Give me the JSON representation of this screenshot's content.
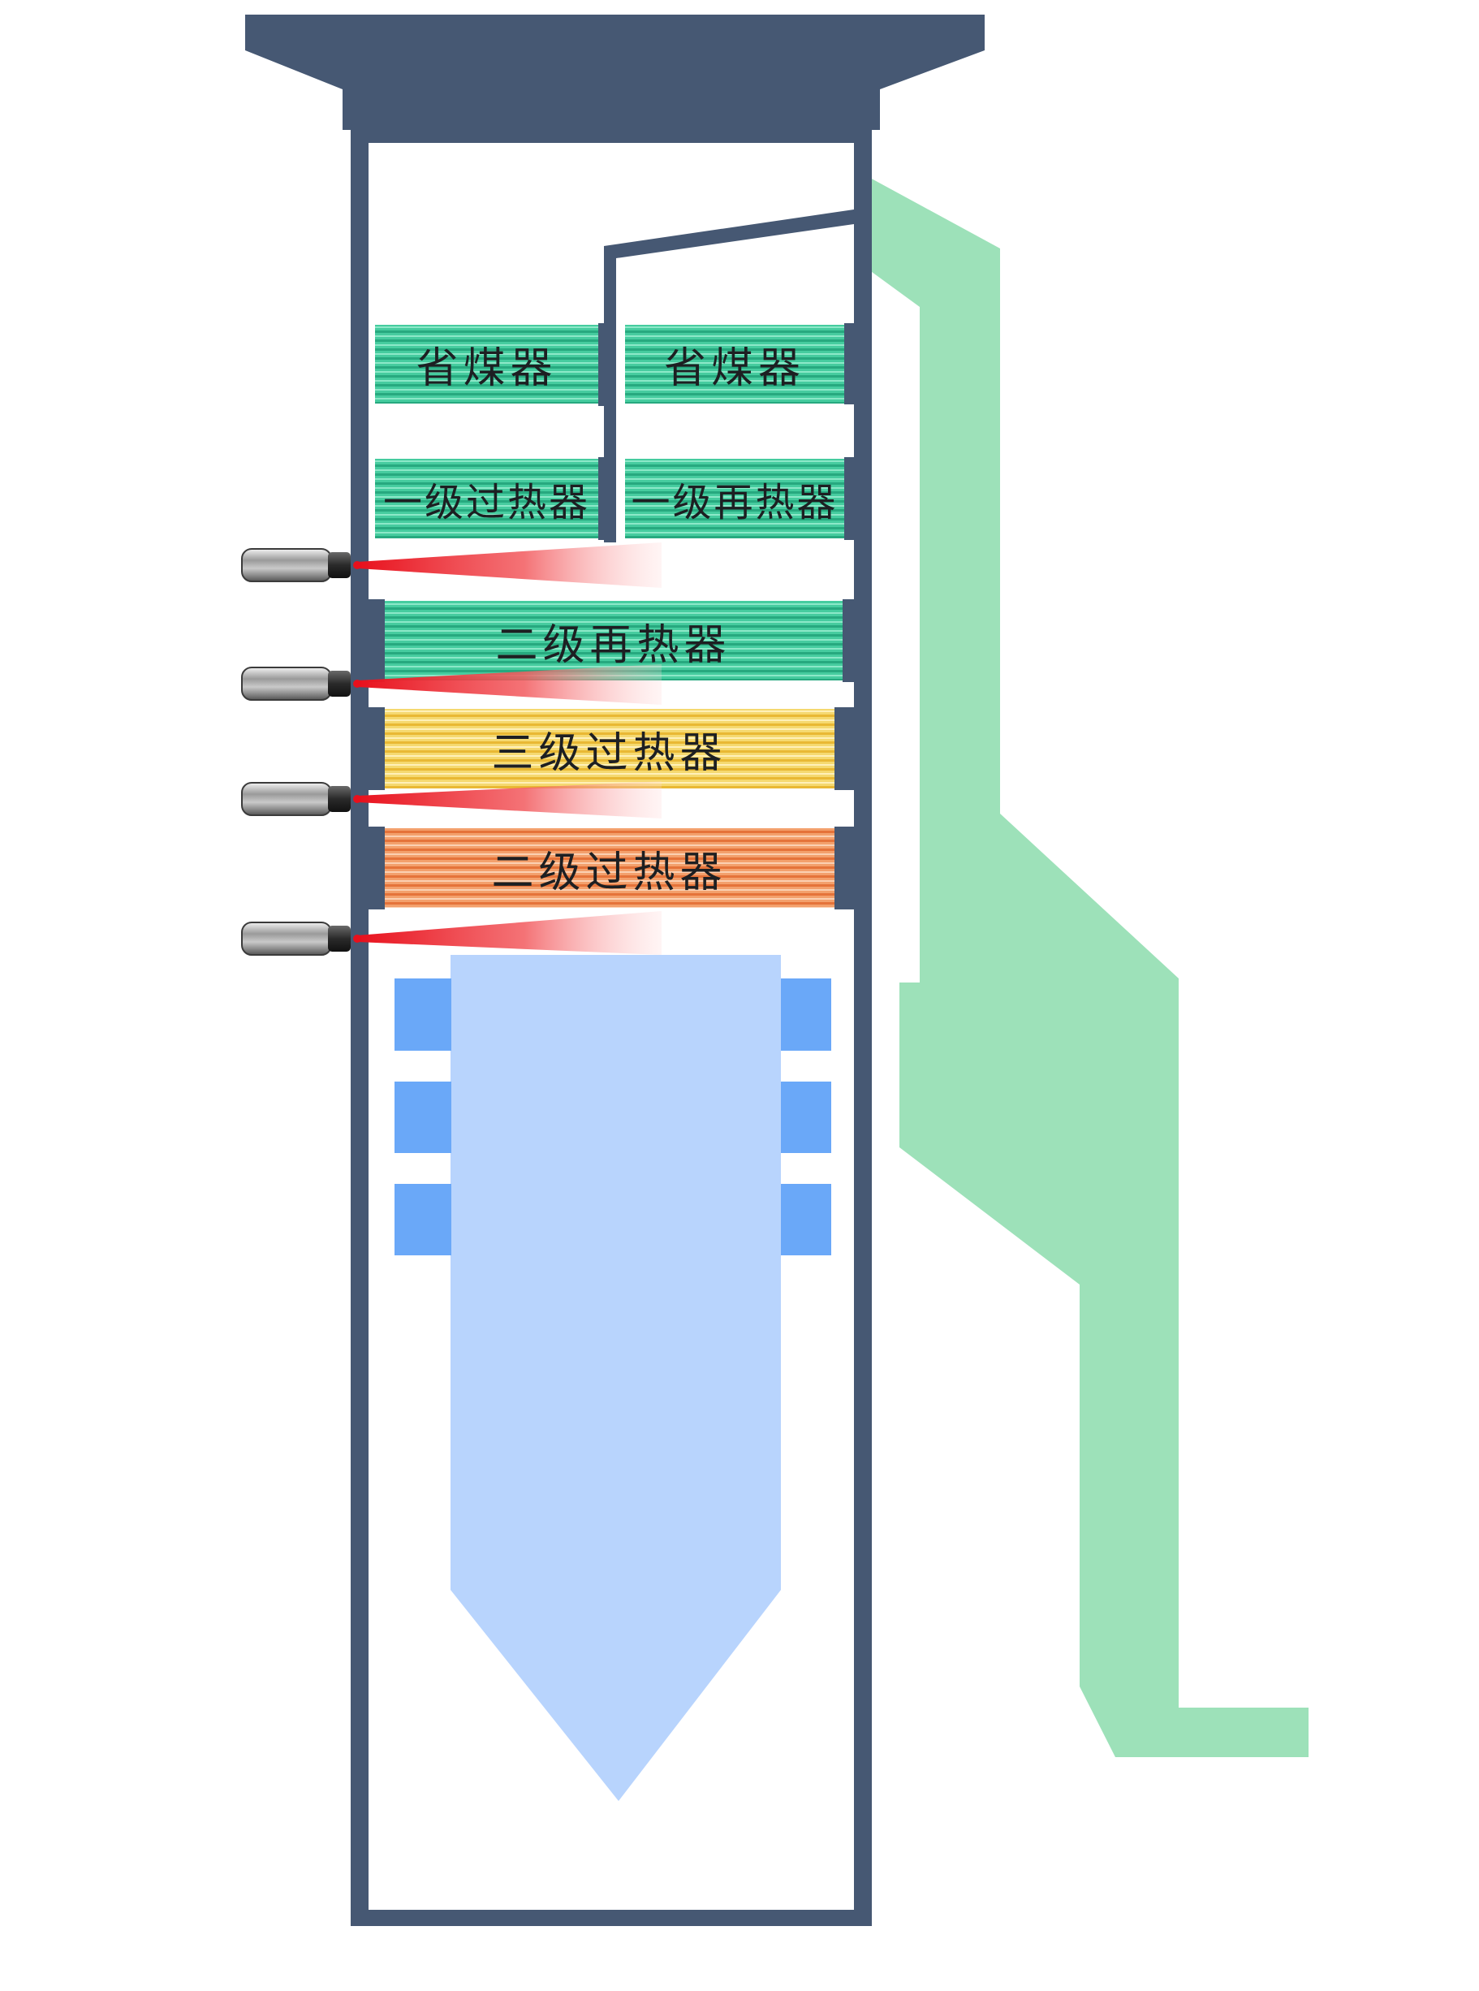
{
  "diagram": {
    "panels": [
      {
        "id": "economizer-left",
        "label": "省煤器",
        "color": "green"
      },
      {
        "id": "economizer-right",
        "label": "省煤器",
        "color": "green"
      },
      {
        "id": "primary-superheater",
        "label": "一级过热器",
        "color": "green"
      },
      {
        "id": "primary-reheater",
        "label": "一级再热器",
        "color": "green"
      },
      {
        "id": "secondary-reheater",
        "label": "二级再热器",
        "color": "green"
      },
      {
        "id": "tertiary-superheater",
        "label": "三级过热器",
        "color": "yellow"
      },
      {
        "id": "secondary-superheater",
        "label": "二级过热器",
        "color": "orange"
      }
    ],
    "sensor_count": 4,
    "colors": {
      "wall": "#465873",
      "duct": "#9de1b9",
      "furnace": "#b8d4fd",
      "burner": "#6aa8f8",
      "green_panel": "#3ec89c",
      "yellow_panel": "#f2d45e",
      "orange_panel": "#f09058",
      "laser": "#ec1c24"
    }
  }
}
